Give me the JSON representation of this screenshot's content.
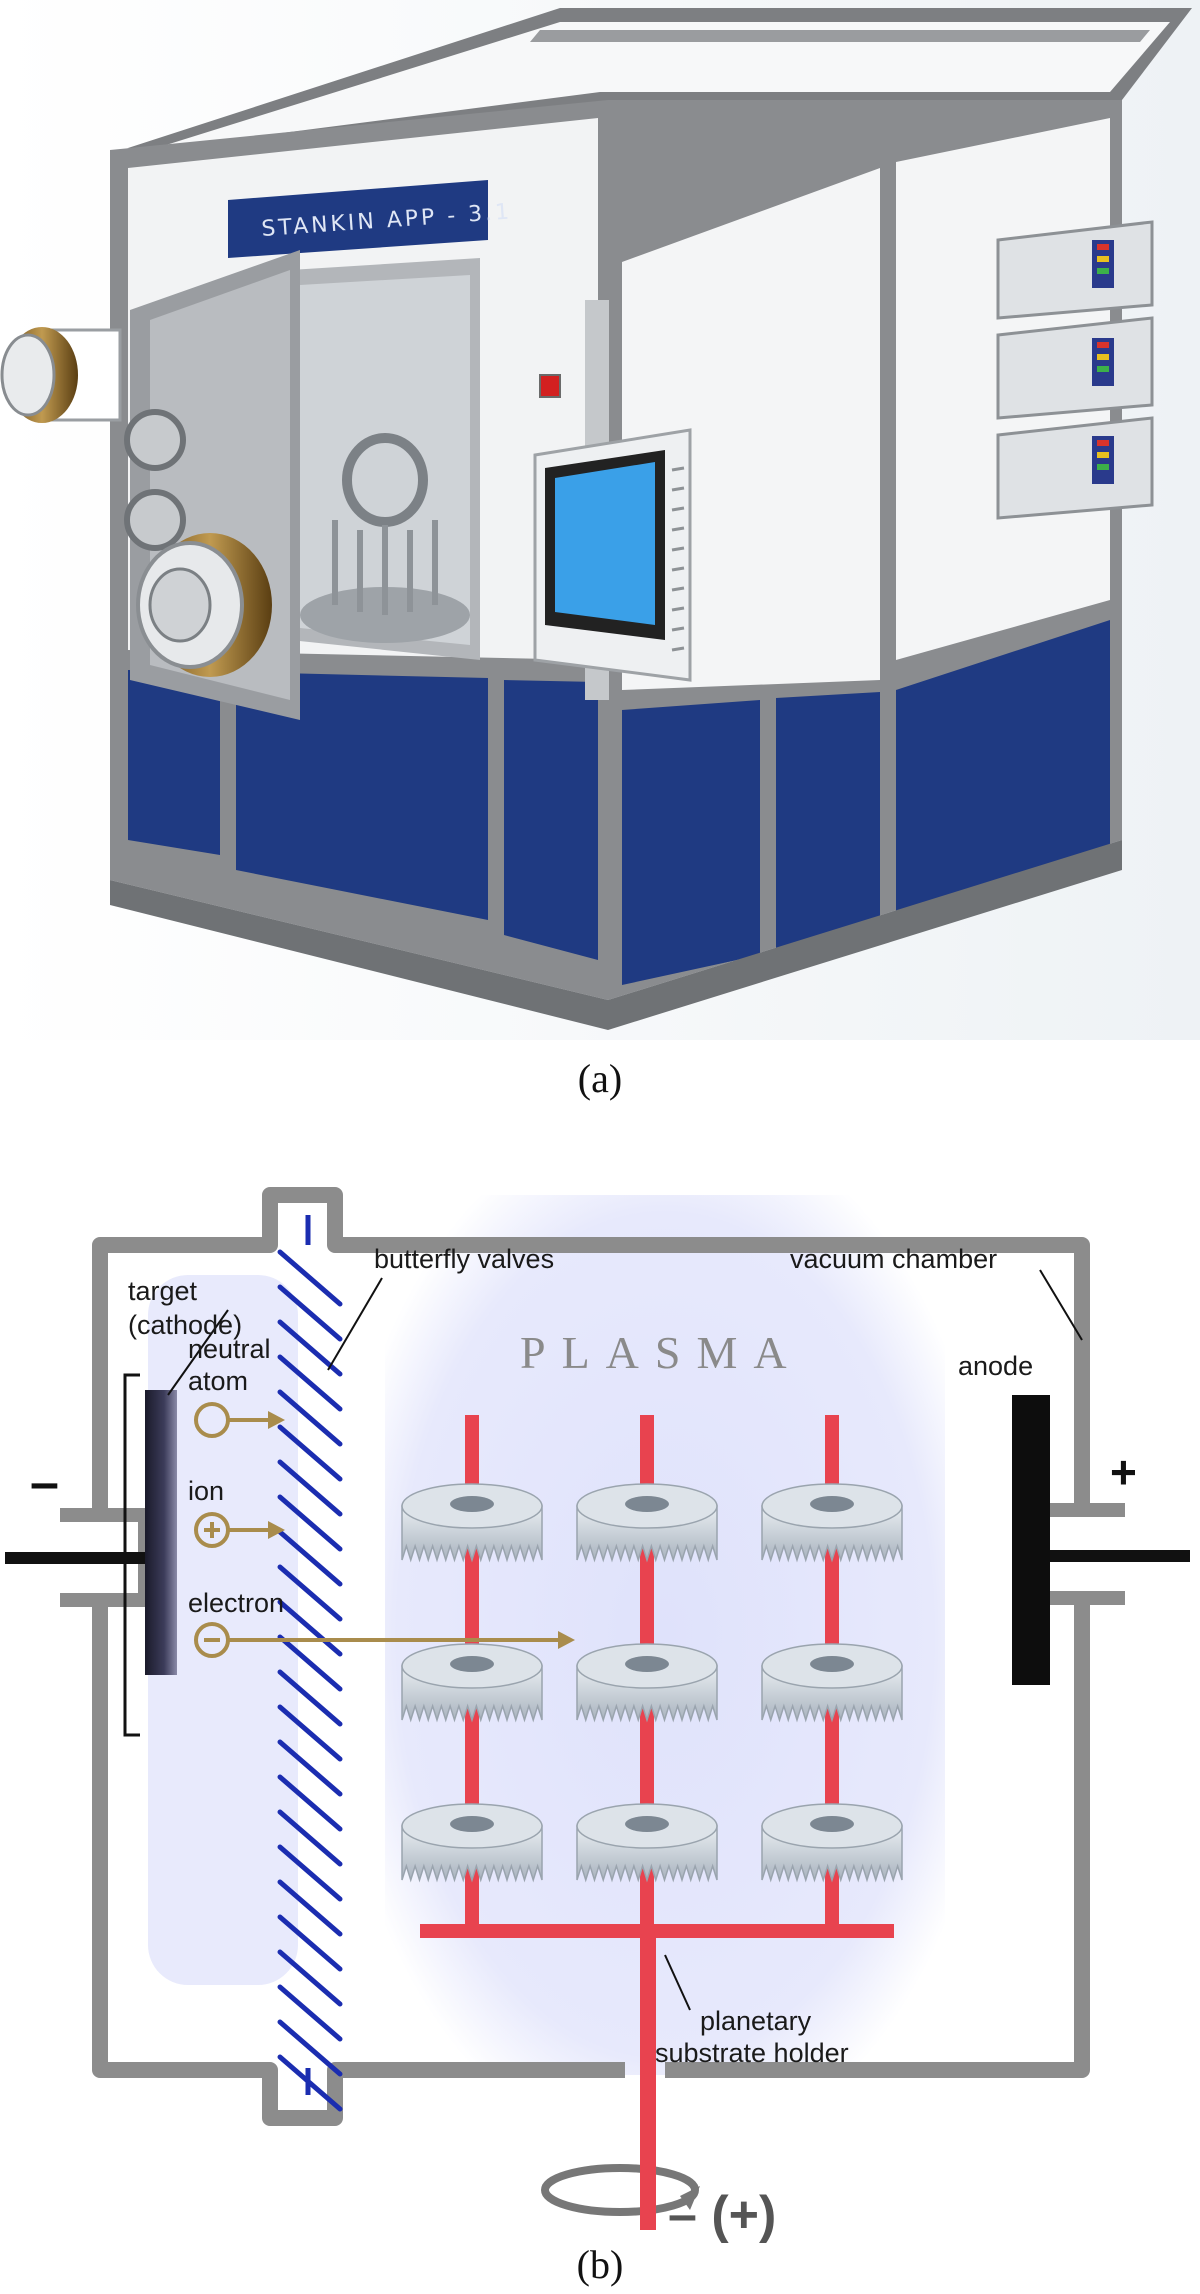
{
  "panel_a": {
    "caption": "(a)",
    "machine_label": "STANKIN APP - 3.1",
    "colors": {
      "frame": "#7d7f82",
      "panel_white": "#f4f5f6",
      "navy": "#1f3a82",
      "screen": "#3aa0e8"
    }
  },
  "panel_b": {
    "caption": "(b)",
    "labels": {
      "target": "target",
      "cathode": "(cathode)",
      "butterfly_valves": "butterfly valves",
      "vacuum_chamber": "vacuum chamber",
      "anode": "anode",
      "plasma": "PLASMA",
      "neutral": "neutral",
      "atom": "atom",
      "ion": "ion",
      "electron": "electron",
      "planetary": "planetary",
      "substrate_holder": "substrate holder",
      "minus_left": "–",
      "plus_right": "+",
      "bottom_polarity": "– (+)"
    },
    "colors": {
      "chamber": "#8c8c8c",
      "valves": "#1b2db0",
      "holder": "#e8434f",
      "arrows": "#a98c4c",
      "plasma": "#e6e8fb",
      "gear": "#cfd6de"
    }
  }
}
